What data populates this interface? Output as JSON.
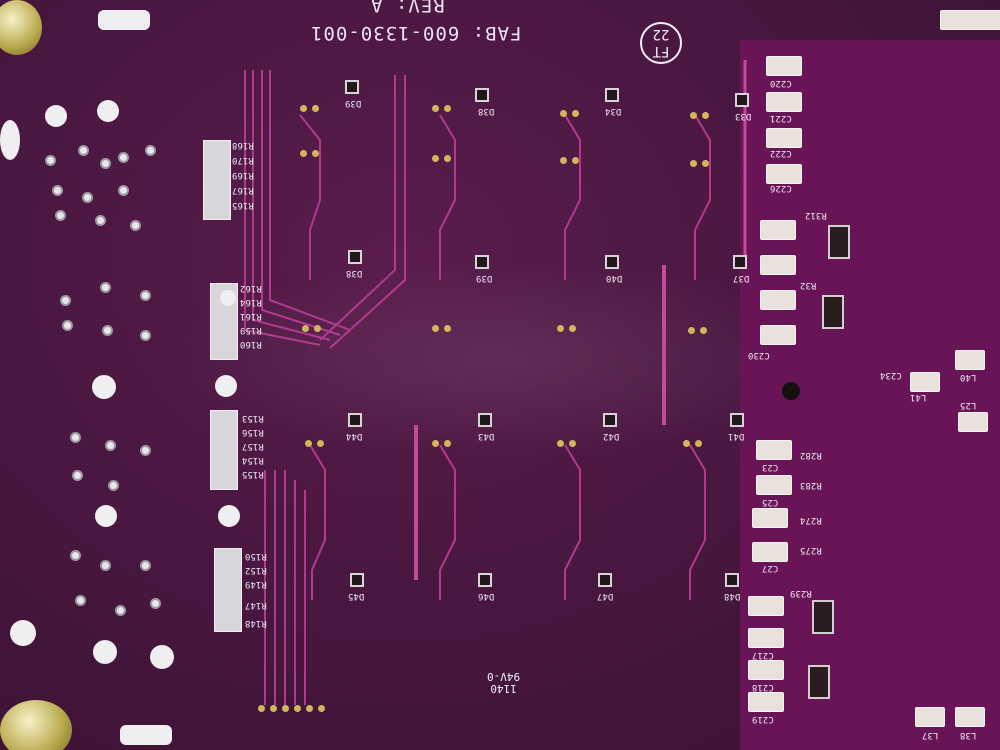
{
  "board": {
    "fab_text": "FAB: 600-1330-001",
    "rev_text": "REV: A",
    "ft_badge": [
      "FT",
      "22"
    ],
    "date_code": [
      "1140",
      "94V-0"
    ],
    "colors": {
      "solder_mask": "#4a1740",
      "silkscreen": "#f2eef6",
      "pad_gold": "#d3b65a",
      "trace": "#b23a8e"
    }
  },
  "diode_labels": [
    "D39",
    "D38",
    "D34",
    "D33",
    "D38",
    "D39",
    "D40",
    "D37",
    "D44",
    "D43",
    "D42",
    "D41",
    "D45",
    "D46",
    "D47",
    "D48"
  ],
  "resistor_labels_group1": [
    "R168",
    "R170",
    "R169",
    "R167",
    "R165"
  ],
  "resistor_labels_group2": [
    "R162",
    "R164",
    "R161",
    "R159",
    "R160"
  ],
  "resistor_labels_group3": [
    "R153",
    "R156",
    "R157",
    "R154",
    "R155"
  ],
  "resistor_labels_group4": [
    "R150",
    "R152",
    "R149",
    "R147",
    "R148"
  ],
  "right_labels": [
    "C220",
    "C221",
    "C222",
    "C226",
    "C230",
    "C234",
    "C23",
    "C25",
    "C27",
    "C217",
    "C218",
    "C219",
    "L40",
    "L41",
    "L25",
    "L37",
    "L38",
    "R312",
    "R32",
    "R274",
    "R275",
    "R282",
    "R283",
    "R239"
  ]
}
